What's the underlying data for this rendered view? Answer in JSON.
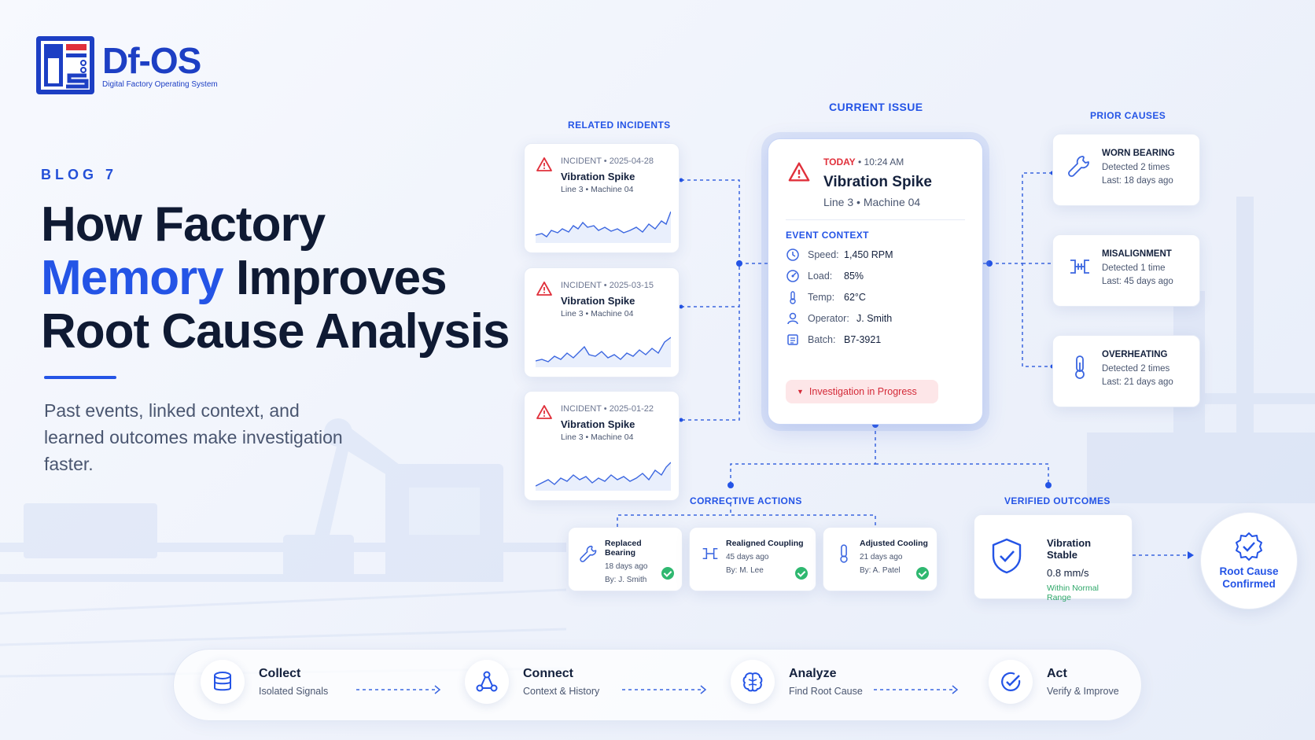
{
  "logo": {
    "title": "Df-OS",
    "subtitle": "Digital Factory Operating System"
  },
  "hero": {
    "tag": "BLOG 7",
    "line1": "How Factory",
    "line2_blue": "Memory",
    "line2_rest": " Improves",
    "line3": "Root Cause Analysis",
    "subtitle": "Past events, linked context, and learned outcomes make investigation faster."
  },
  "labels": {
    "related_incidents": "RELATED INCIDENTS",
    "current_issue": "CURRENT ISSUE",
    "prior_causes": "PRIOR CAUSES",
    "corrective_actions": "CORRECTIVE ACTIONS",
    "verified_outcomes": "VERIFIED OUTCOMES"
  },
  "incidents": [
    {
      "meta": "INCIDENT • 2025-04-28",
      "title": "Vibration Spike",
      "location": "Line 3 • Machine 04"
    },
    {
      "meta": "INCIDENT • 2025-03-15",
      "title": "Vibration Spike",
      "location": "Line 3 • Machine 04"
    },
    {
      "meta": "INCIDENT • 2025-01-22",
      "title": "Vibration Spike",
      "location": "Line 3 • Machine 04"
    }
  ],
  "current": {
    "today": "TODAY",
    "time": " • 10:24 AM",
    "title": "Vibration Spike",
    "location": "Line 3 • Machine 04",
    "context_label": "EVENT CONTEXT",
    "context": [
      {
        "key": "Speed:",
        "value": "1,450 RPM",
        "icon": "clock-icon"
      },
      {
        "key": "Load:",
        "value": "85%",
        "icon": "gauge-icon"
      },
      {
        "key": "Temp:",
        "value": "62°C",
        "icon": "thermometer-icon"
      },
      {
        "key": "Operator:",
        "value": "J. Smith",
        "icon": "user-icon"
      },
      {
        "key": "Batch:",
        "value": "B7-3921",
        "icon": "batch-icon"
      }
    ],
    "status": "Investigation in Progress"
  },
  "causes": [
    {
      "name": "WORN BEARING",
      "detected": "Detected 2 times",
      "last": "Last: 18 days ago",
      "icon": "wrench-icon"
    },
    {
      "name": "MISALIGNMENT",
      "detected": "Detected 1 time",
      "last": "Last: 45 days ago",
      "icon": "coupling-icon"
    },
    {
      "name": "OVERHEATING",
      "detected": "Detected 2 times",
      "last": "Last: 21 days ago",
      "icon": "thermometer-icon"
    }
  ],
  "actions": [
    {
      "name": "Replaced Bearing",
      "when": "18 days ago",
      "by": "By: J. Smith"
    },
    {
      "name": "Realigned Coupling",
      "when": "45 days ago",
      "by": "By: M. Lee"
    },
    {
      "name": "Adjusted Cooling",
      "when": "21 days ago",
      "by": "By: A. Patel"
    }
  ],
  "outcome": {
    "name": "Vibration Stable",
    "value": "0.8 mm/s",
    "note": "Within Normal Range"
  },
  "confirmed": "Root Cause Confirmed",
  "steps": [
    {
      "title": "Collect",
      "sub": "Isolated Signals",
      "icon": "database-icon"
    },
    {
      "title": "Connect",
      "sub": "Context & History",
      "icon": "network-icon"
    },
    {
      "title": "Analyze",
      "sub": "Find Root Cause",
      "icon": "brain-icon"
    },
    {
      "title": "Act",
      "sub": "Verify & Improve",
      "icon": "check-circle-icon"
    }
  ],
  "colors": {
    "accent": "#2454e6",
    "alert": "#e0303b",
    "success": "#2fb870"
  }
}
